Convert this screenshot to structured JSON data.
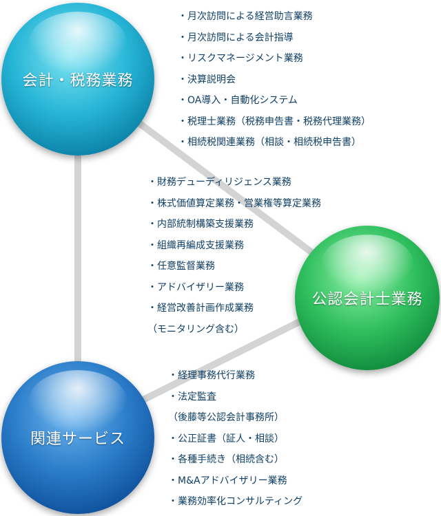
{
  "spheres": {
    "accounting": {
      "label": "会計・税務業務",
      "color": "#26b5d6"
    },
    "cpa": {
      "label": "公認会計士業務",
      "color": "#2fbf5e"
    },
    "related": {
      "label": "関連サービス",
      "color": "#2a7cc9"
    }
  },
  "lists": {
    "accounting": [
      "・月次訪問による経営助言業務",
      "・月次訪問による会計指導",
      "・リスクマネージメント業務",
      "・決算説明会",
      "・OA導入・自動化システム",
      "・税理士業務（税務申告書・税務代理業務）",
      "・相続税関連業務（相談・相続税申告書）"
    ],
    "cpa": [
      "・財務デューディリジェンス業務",
      "・株式価値算定業務・営業権等算定業務",
      "・内部統制構築支援業務",
      "・組織再編成支援業務",
      "・任意監督業務",
      "・アドバイザリー業務",
      "・経営改善計画作成業務",
      "（モニタリング含む）"
    ],
    "related": [
      "・経理事務代行業務",
      "・法定監査",
      "（後藤等公認会計事務所）",
      "・公正証書（証人・相談）",
      "・各種手続き（相続含む）",
      "・M&Aアドバイザリー業務",
      "・業務効率化コンサルティング"
    ]
  },
  "text_color": "#0f3f66"
}
